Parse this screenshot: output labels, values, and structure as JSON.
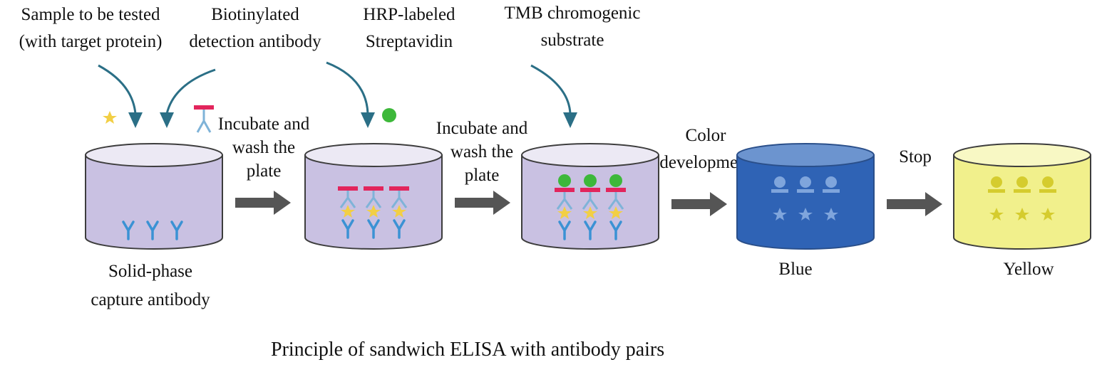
{
  "inputs": {
    "sample": [
      "Sample to be tested",
      "(with target protein)"
    ],
    "biotin": [
      "Biotinylated",
      "detection antibody"
    ],
    "hrp": [
      "HRP-labeled",
      "Streptavidin"
    ],
    "tmb": [
      "TMB chromogenic",
      "substrate"
    ]
  },
  "steps": {
    "incubate1": [
      "Incubate and",
      "wash the",
      "plate"
    ],
    "incubate2": [
      "Incubate and",
      "wash the",
      "plate"
    ],
    "color": [
      "Color",
      "development"
    ],
    "stop": "Stop"
  },
  "well_labels": {
    "capture": [
      "Solid-phase",
      "capture antibody"
    ],
    "blue": "Blue",
    "yellow": "Yellow"
  },
  "caption": "Principle of sandwich ELISA with antibody pairs",
  "colors": {
    "well_lavender": "#c9c1e2",
    "well_blue": "#2f63b5",
    "well_yellow": "#f1f08c",
    "antibody_blue": "#3b92d4",
    "antigen_yellow": "#f2cf45",
    "biotin_red": "#e2255c",
    "hrp_green": "#3db83a",
    "arrow_teal": "#2b6f86",
    "step_arrow_gray": "#555555"
  }
}
